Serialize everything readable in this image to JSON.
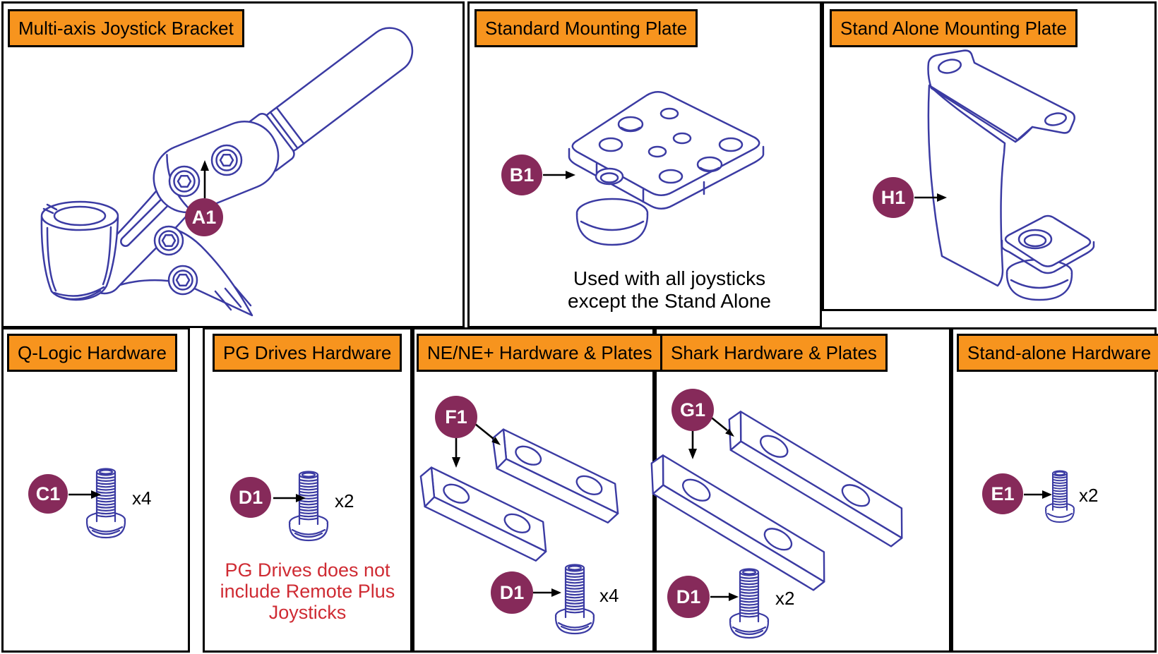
{
  "colors": {
    "header_bg": "#F7941E",
    "panel_border": "#000000",
    "badge_bg": "#862A5A",
    "drawing_line": "#3B3BA3",
    "warning_red": "#CF2B33"
  },
  "panels": {
    "multi_axis": {
      "title": "Multi-axis Joystick Bracket",
      "badge": "A1"
    },
    "standard_plate": {
      "title": "Standard Mounting Plate",
      "badge": "B1",
      "note_line1": "Used with all joysticks",
      "note_line2": "except the Stand Alone"
    },
    "stand_alone_plate": {
      "title": "Stand Alone Mounting Plate",
      "badge": "H1"
    },
    "q_logic": {
      "title": "Q-Logic Hardware",
      "badge": "C1",
      "qty": "x4"
    },
    "pg_drives": {
      "title": "PG Drives Hardware",
      "badge": "D1",
      "qty": "x2",
      "note_line1": "PG Drives does not",
      "note_line2": "include Remote Plus",
      "note_line3": "Joysticks"
    },
    "ne_plates": {
      "title": "NE/NE+ Hardware & Plates",
      "plates_badge": "F1",
      "screw_badge": "D1",
      "qty": "x4"
    },
    "shark_plates": {
      "title": "Shark Hardware & Plates",
      "plates_badge": "G1",
      "screw_badge": "D1",
      "qty": "x2"
    },
    "stand_alone_hw": {
      "title": "Stand-alone Hardware",
      "badge": "E1",
      "qty": "x2"
    }
  }
}
